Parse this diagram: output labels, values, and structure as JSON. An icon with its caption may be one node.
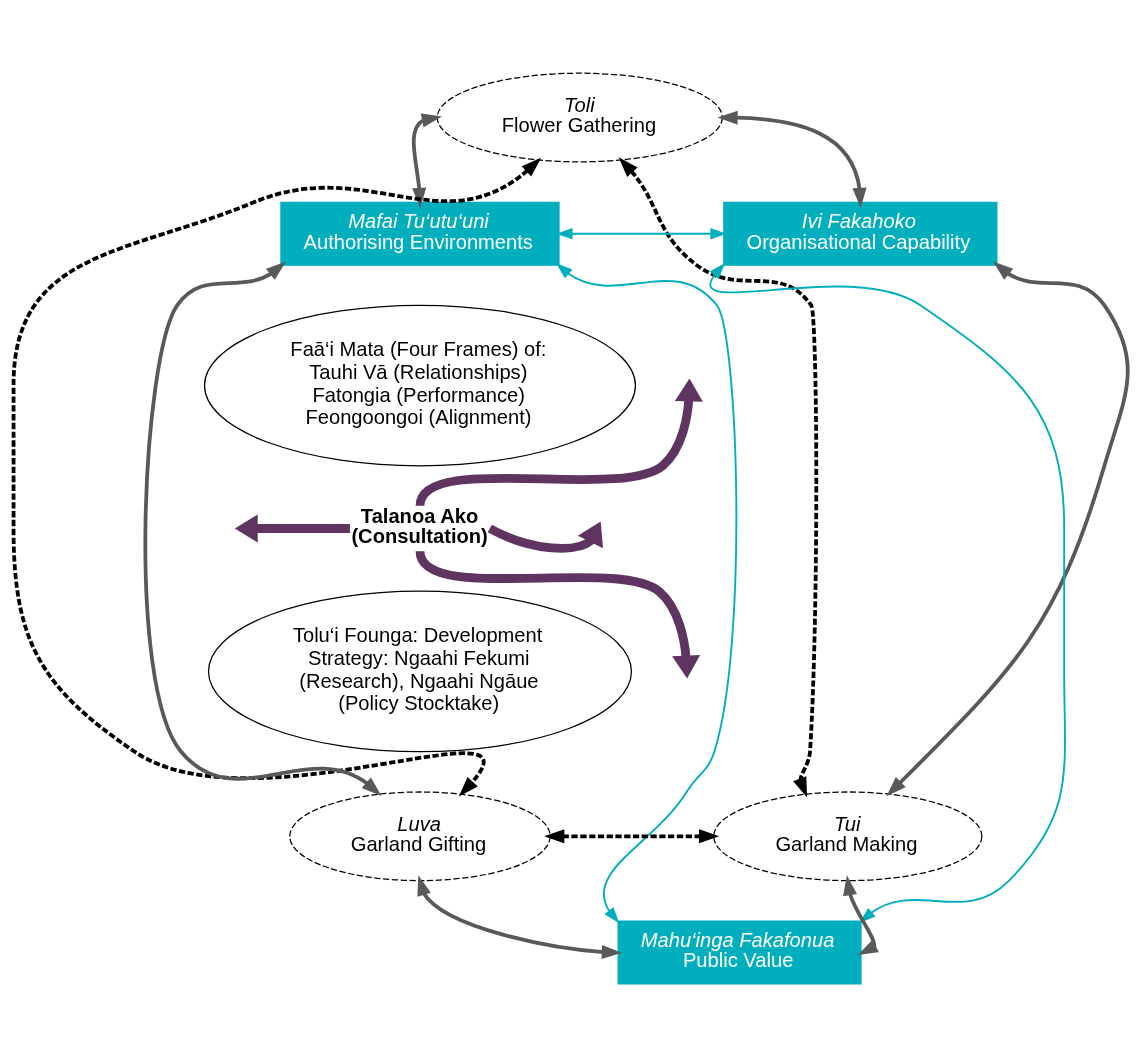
{
  "diagram": {
    "nodes": [
      {
        "text": [
          "Toli",
          "Flower Gathering"
        ]
      },
      {
        "text": [
          "Mafai Tu‘utu‘uni",
          "Authorising Environments"
        ]
      },
      {
        "text": [
          "Ivi Fakahoko",
          "Organisational Capability"
        ]
      },
      {
        "text": [
          "Faā‘i Mata (Four Frames) of: Tauhi Vā (Relationships) Fatongia (Performance) Feongoongoi (Alignment)"
        ]
      },
      {
        "text": [
          "Talanoa Ako (Consultation)"
        ]
      },
      {
        "text": [
          "Tolu‘i Founga: Development Strategy: Ngaahi Fekumi (Research), Ngaahi Ngāue (Policy Stocktake)"
        ]
      },
      {
        "text": [
          "Luva",
          "Garland Gifting"
        ]
      },
      {
        "text": [
          "Tui",
          "Garland Making"
        ]
      },
      {
        "text": [
          "Mahu‘inga Fakafonua",
          "Public Value"
        ]
      }
    ],
    "edges": [
      {
        "from": 0,
        "to": 1,
        "arrow": "both"
      },
      {
        "from": 0,
        "to": 2,
        "arrow": "both"
      },
      {
        "from": 1,
        "to": 2,
        "arrow": "both",
        "color": "#00aebd"
      },
      {
        "from": 4,
        "to": null,
        "arrow": "to",
        "style": "thick",
        "color": "#5f3461"
      },
      {
        "from": 0,
        "to": 6,
        "arrow": "both",
        "style": "dashed",
        "color": "#000000"
      },
      {
        "from": 0,
        "to": 7,
        "arrow": "both",
        "style": "dashed",
        "color": "#000000"
      },
      {
        "from": 1,
        "to": 8,
        "arrow": "both",
        "color": "#00aebd"
      },
      {
        "from": 2,
        "to": 8,
        "arrow": "both",
        "color": "#00aebd"
      },
      {
        "from": 4,
        "to": null,
        "arrow": "to",
        "style": "thick",
        "color": "#5f3461"
      },
      {
        "from": 4,
        "to": null,
        "arrow": "to",
        "style": "thick",
        "color": "#5f3461"
      },
      {
        "from": 1,
        "to": 6,
        "arrow": "both"
      },
      {
        "from": 2,
        "to": 7,
        "arrow": "both"
      },
      {
        "from": 4,
        "to": null,
        "arrow": "to",
        "style": "thick",
        "color": "#5f3461"
      },
      {
        "from": 6,
        "to": 7,
        "arrow": "both",
        "style": "dashed",
        "color": "#000000"
      },
      {
        "from": 6,
        "to": 8,
        "arrow": "both"
      },
      {
        "from": 7,
        "to": 8,
        "arrow": "both"
      }
    ]
  }
}
